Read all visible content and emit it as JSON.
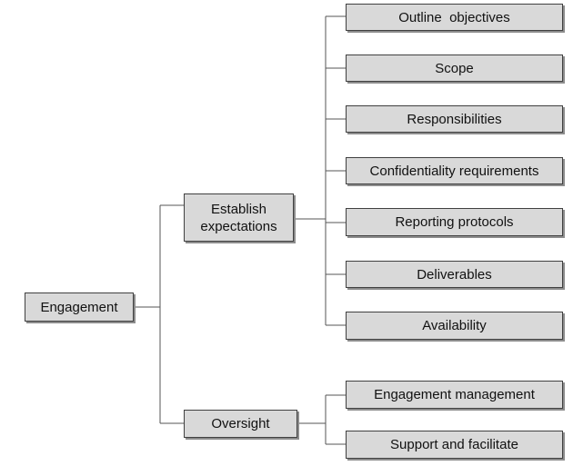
{
  "diagram": {
    "root": {
      "label": "Engagement"
    },
    "branches": [
      {
        "label": "Establish\nexpectations",
        "children": [
          "Outline  objectives",
          "Scope",
          "Responsibilities",
          "Confidentiality requirements",
          "Reporting protocols",
          "Deliverables",
          "Availability"
        ]
      },
      {
        "label": "Oversight",
        "children": [
          "Engagement management",
          "Support and facilitate"
        ]
      }
    ]
  }
}
